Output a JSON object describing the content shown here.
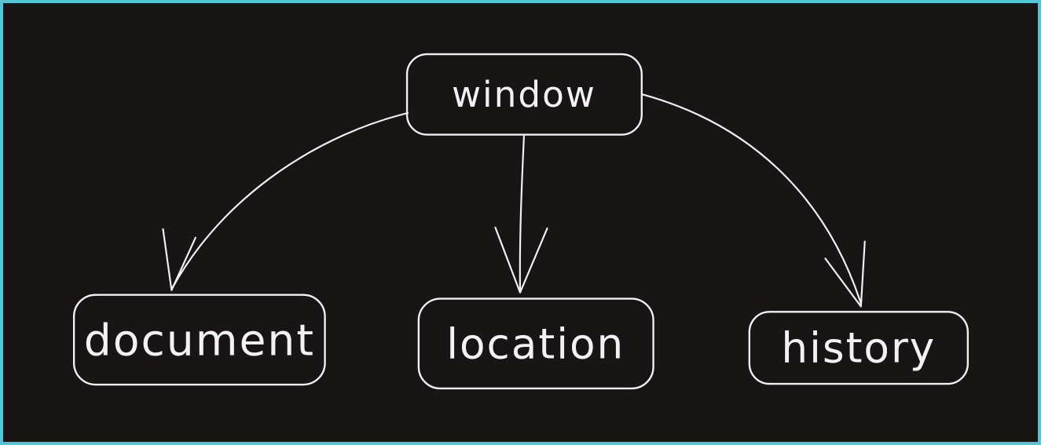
{
  "canvas": {
    "background_color": "#181514",
    "frame_color": "#55c5d6",
    "default_stroke_color": "#f2f2f2",
    "accent_color": "#d9770f"
  },
  "nodes": {
    "window": {
      "label": "window",
      "color": "#f2f2f2"
    },
    "document": {
      "label": "document",
      "color": "#f2f2f2"
    },
    "location": {
      "label": "location",
      "color": "#d9770f"
    },
    "history": {
      "label": "history",
      "color": "#f2f2f2"
    }
  },
  "edges": [
    {
      "from": "window",
      "to": "document"
    },
    {
      "from": "window",
      "to": "location"
    },
    {
      "from": "window",
      "to": "history"
    }
  ]
}
